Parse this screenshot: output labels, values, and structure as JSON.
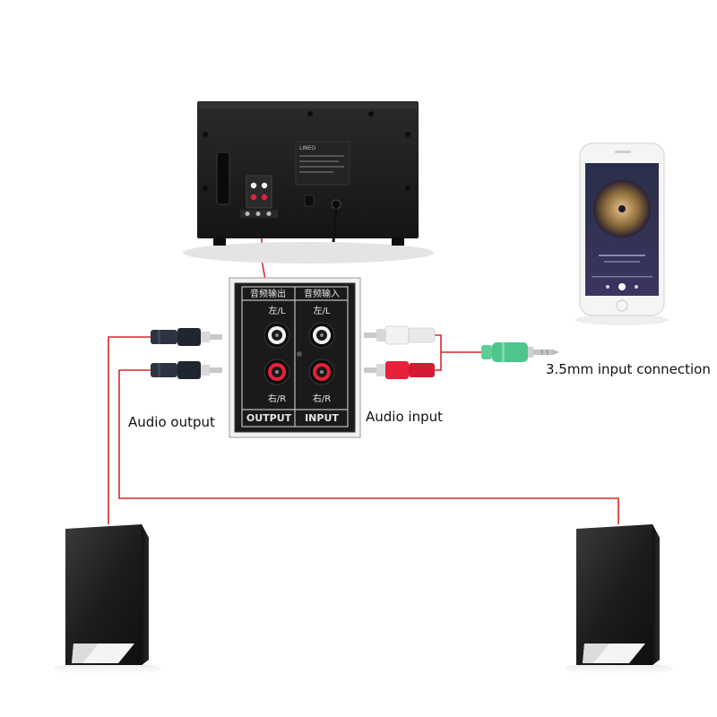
{
  "panel": {
    "output_title": "音频输出",
    "input_title": "音频输入",
    "left_label": "左/L",
    "right_label": "右/R",
    "output_label": "OUTPUT",
    "input_label": "INPUT"
  },
  "labels": {
    "audio_output": "Audio output",
    "audio_input": "Audio input",
    "input_connection": "3.5mm input connection"
  },
  "subwoofer": {
    "brand": "LINEO"
  },
  "colors": {
    "cable": "#d42a2a",
    "left_rca": "#f2f2f2",
    "right_rca": "#e8203a",
    "jack_35mm": "#4cc68a",
    "device_body": "#1e1e1e"
  }
}
